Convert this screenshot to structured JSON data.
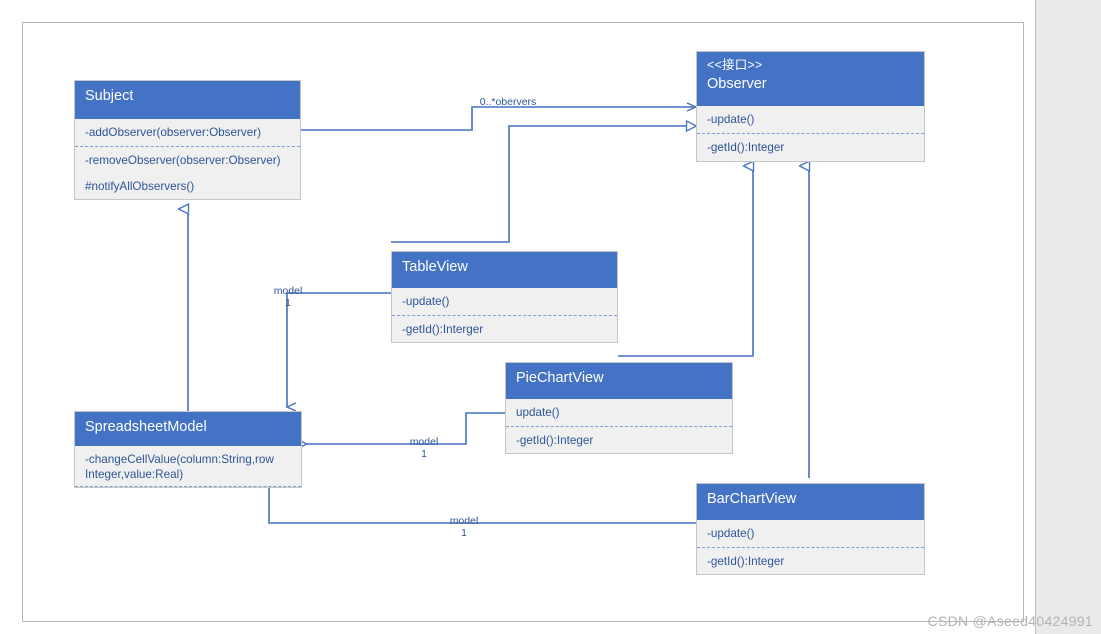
{
  "diagram": {
    "title": "Observer Pattern UML Class Diagram",
    "accent_color": "#4472C4",
    "member_text_color": "#2F5597",
    "box_body_color": "#F0F0F0",
    "edge_color": "#4472C4"
  },
  "classes": {
    "subject": {
      "stereotype": "",
      "name": "Subject",
      "members": [
        "-addObserver(observer:Observer)",
        "-removeObserver(observer:Observer)",
        "#notifyAllObservers()"
      ]
    },
    "observer": {
      "stereotype": "<<接口>>",
      "name": "Observer",
      "members": [
        "-update()",
        "-getId():Integer"
      ]
    },
    "tableview": {
      "stereotype": "",
      "name": "TableView",
      "members": [
        "-update()",
        "-getId():Interger"
      ]
    },
    "piechartview": {
      "stereotype": "",
      "name": "PieChartView",
      "members": [
        "update()",
        "-getId():Integer"
      ]
    },
    "barchartview": {
      "stereotype": "",
      "name": "BarChartView",
      "members": [
        "-update()",
        "-getId():Integer"
      ]
    },
    "spreadsheetmodel": {
      "stereotype": "",
      "name": "SpreadsheetModel",
      "members": [
        "-changeCellValue(column:String,row Integer,value:Real)"
      ]
    }
  },
  "edge_labels": {
    "observers": "0..*obervers",
    "model_tableview": {
      "role": "model",
      "multiplicity": "1"
    },
    "model_piechartview": {
      "role": "model",
      "multiplicity": "1"
    },
    "model_barchartview": {
      "role": "model",
      "multiplicity": "1"
    }
  },
  "watermark": "CSDN @Aseed40424991"
}
